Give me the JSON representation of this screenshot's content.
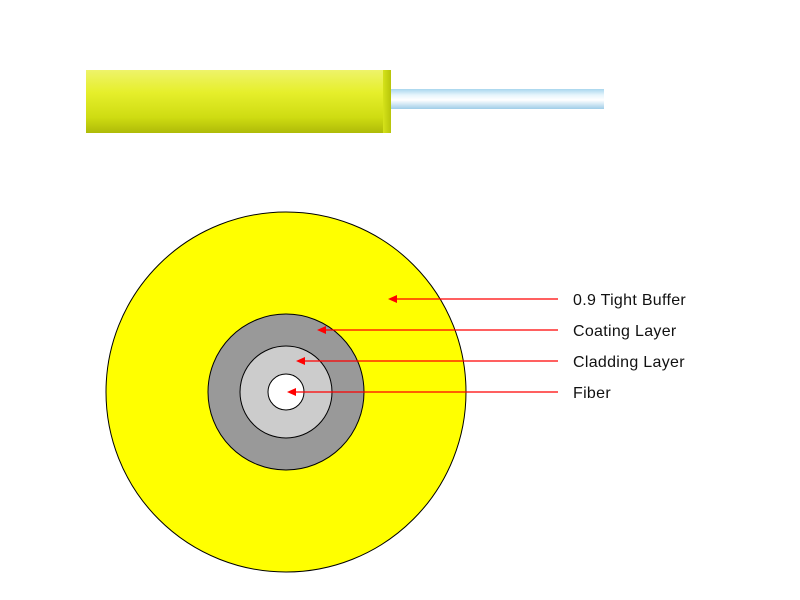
{
  "diagram": {
    "labels": {
      "tight_buffer": "0.9 Tight Buffer",
      "coating": "Coating Layer",
      "cladding": "Cladding Layer",
      "fiber": "Fiber"
    },
    "colors": {
      "buffer_yellow": "#ffff00",
      "cable_side_yellow": "#e0ec2a",
      "coating_gray": "#999999",
      "cladding_gray": "#cccccc",
      "fiber_white": "#ffffff",
      "arrow_red": "#ff0000",
      "outline": "#000000"
    }
  }
}
